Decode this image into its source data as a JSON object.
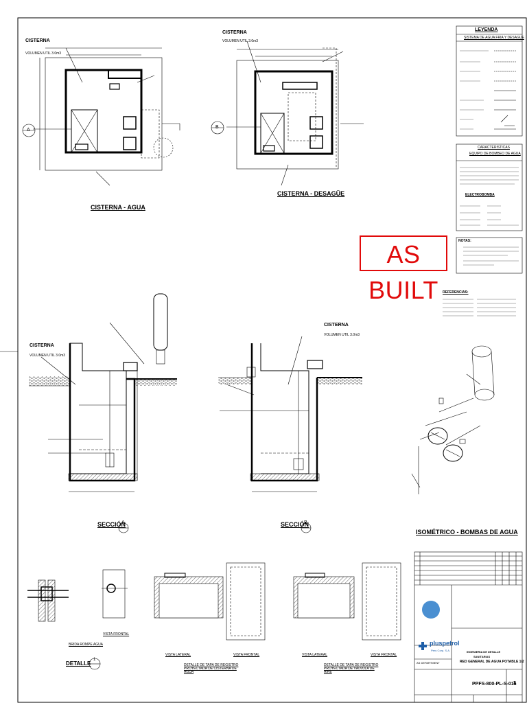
{
  "plan_a": {
    "title": "CISTERNA - AGUA",
    "cistern": "CISTERNA",
    "volume": "VOLUMEN UTIL 3.0m3",
    "section_mark": "A"
  },
  "plan_b": {
    "title": "CISTERNA - DESAGÜE",
    "cistern": "CISTERNA",
    "volume": "VOLUMEN UTIL 3.0m3",
    "section_mark": "B"
  },
  "section_a": {
    "title": "SECCIÓN",
    "mark": "A",
    "cistern": "CISTERNA",
    "volume": "VOLUMEN UTIL 3.0m3"
  },
  "section_b": {
    "title": "SECCIÓN",
    "mark": "B",
    "cistern": "CISTERNA",
    "volume": "VOLUMEN UTIL 3.0m3"
  },
  "isometric": {
    "title": "ISOMÉTRICO - BOMBAS DE AGUA"
  },
  "details": {
    "detalle": "DETALLE",
    "detalle_num": "1",
    "brida": "BRIDA ROMPE AGUA",
    "vista_frontal_1": "VISTA FRONTAL",
    "vista_lateral_1": "VISTA LATERAL",
    "vista_frontal_2": "VISTA FRONTAL",
    "vista_lateral_2": "VISTA LATERAL",
    "vista_frontal_3": "VISTA FRONTAL",
    "tapa_agua": "DETALLE DE TAPA DE REGISTRO PROYECTADA DE CISTERNA DE AGUA",
    "tapa_valvula": "DETALLE DE TAPA DE REGISTRO PROYECTADA DE VÁLVULA DE AIRE"
  },
  "legend": {
    "title": "LEYENDA",
    "subtitle": "SISTEMA DE AGUA FRIA Y DESAGUE"
  },
  "characteristics": {
    "title": "CARACTERISTICAS",
    "subtitle": "EQUIPO DE BOMBEO DE AGUA",
    "electro": "ELECTROBOMBA"
  },
  "notes": {
    "title": "NOTAS:"
  },
  "references": {
    "title": "REFERENCIAS:"
  },
  "stamp": {
    "text": "AS BUILT",
    "color": "#e10a0a"
  },
  "title_block": {
    "company": "pluspetrol",
    "company_sub": "Peru Corp. S.A.",
    "department": "AS DEPARTMENT",
    "line1": "INGENIERIA DE DETALLE",
    "line2": "SANITARIAS",
    "line3": "RED GENERAL DE AGUA POTABLE 1/2",
    "drawing_no": "PPFS-800-PL-S-016",
    "rev": "3"
  }
}
